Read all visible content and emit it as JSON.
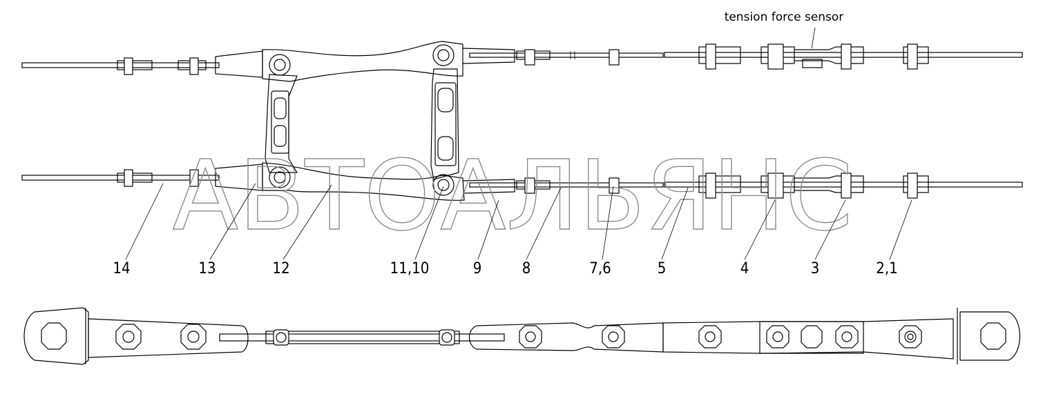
{
  "watermark": "АВТОАЛЬЯНС",
  "sensor_label": "tension force sensor",
  "callouts": [
    "14",
    "13",
    "12",
    "11,10",
    "9",
    "8",
    "7,6",
    "5",
    "4",
    "3",
    "2,1"
  ]
}
